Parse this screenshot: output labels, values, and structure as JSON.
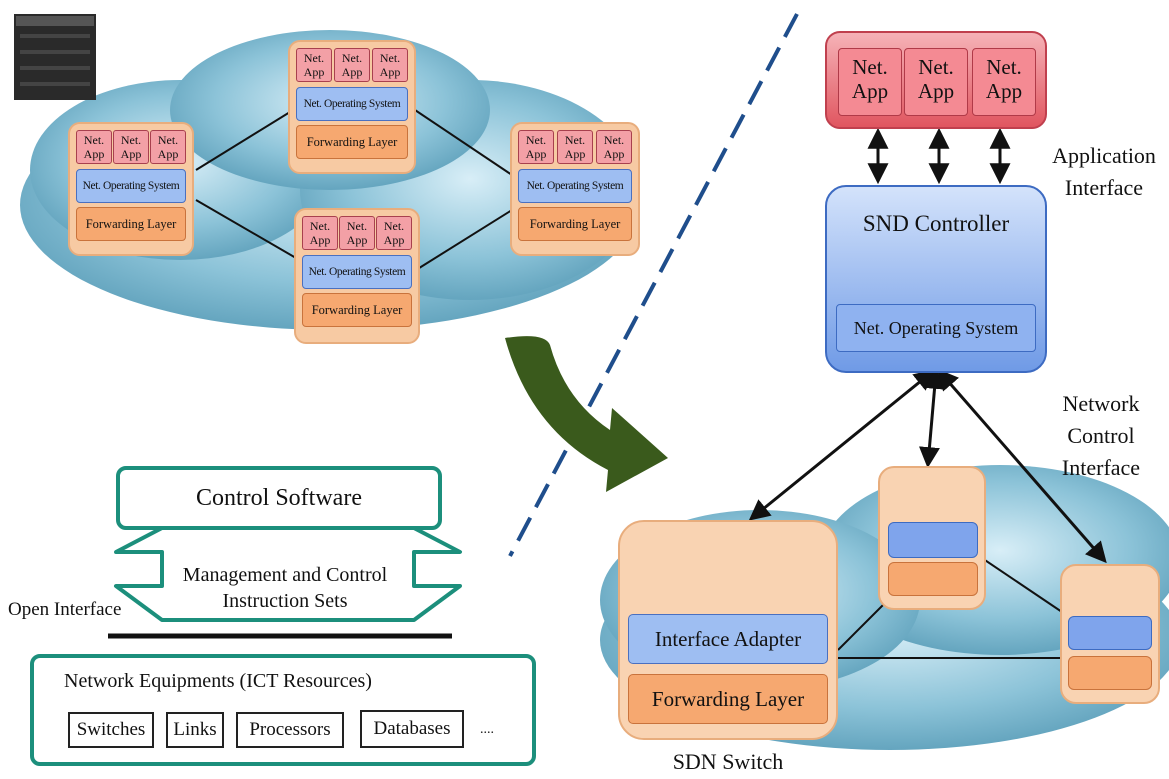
{
  "legacy_nodes": {
    "app_line1": "Net.",
    "app_line2": "App",
    "nos": "Net. Operating System",
    "fwd": "Forwarding Layer"
  },
  "sdn": {
    "app_line1": "Net.",
    "app_line2": "App",
    "app_interface_line1": "Application",
    "app_interface_line2": "Interface",
    "controller_title": "SND Controller",
    "controller_nos": "Net. Operating System",
    "net_ctrl_line1": "Network",
    "net_ctrl_line2": "Control",
    "net_ctrl_line3": "Interface",
    "interface_adapter": "Interface Adapter",
    "forwarding_layer": "Forwarding Layer",
    "switch_label": "SDN Switch"
  },
  "layers": {
    "control_software": "Control Software",
    "mgmt_line1": "Management and Control",
    "mgmt_line2": "Instruction Sets",
    "open_interface": "Open Interface",
    "network_equipments": "Network Equipments (ICT Resources)",
    "resources": [
      "Switches",
      "Links",
      "Processors",
      "Databases"
    ],
    "ellipsis": "...."
  },
  "colors": {
    "app": "#f48a93",
    "nos": "#9ebef2",
    "forwarding": "#f6a870",
    "node_bg": "#f7caa3",
    "teal": "#1c8f7c",
    "arrow_green": "#3a5a1c",
    "divider": "#1f4e8c"
  }
}
